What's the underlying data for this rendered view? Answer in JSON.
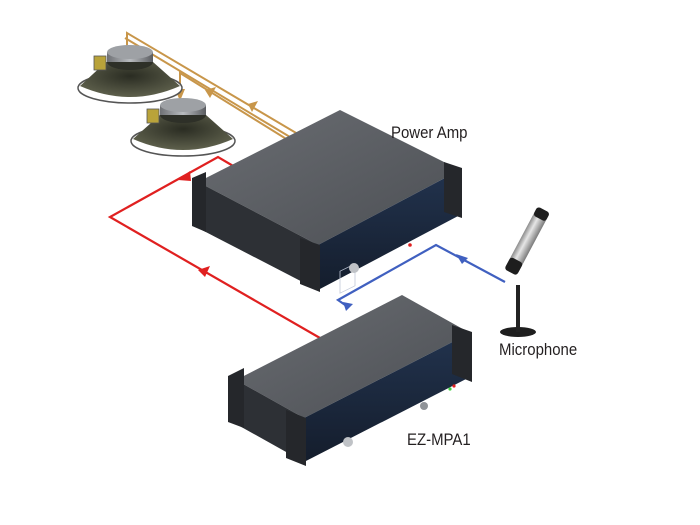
{
  "diagram": {
    "title": "Microphone preamp to power amp wiring",
    "labels": {
      "power_amp": "Power Amp",
      "microphone": "Microphone",
      "preamp": "EZ-MPA1"
    },
    "colors": {
      "speaker_wire": "#c8964a",
      "line_signal": "#e02020",
      "mic_signal": "#4060c0",
      "chassis": "#3a3d42"
    },
    "connections": [
      {
        "from": "Microphone",
        "to": "EZ-MPA1",
        "color": "mic_signal"
      },
      {
        "from": "EZ-MPA1",
        "to": "Power Amp",
        "color": "line_signal"
      },
      {
        "from": "Power Amp",
        "to": "Speaker 1",
        "color": "speaker_wire"
      },
      {
        "from": "Power Amp",
        "to": "Speaker 2",
        "color": "speaker_wire"
      }
    ]
  }
}
